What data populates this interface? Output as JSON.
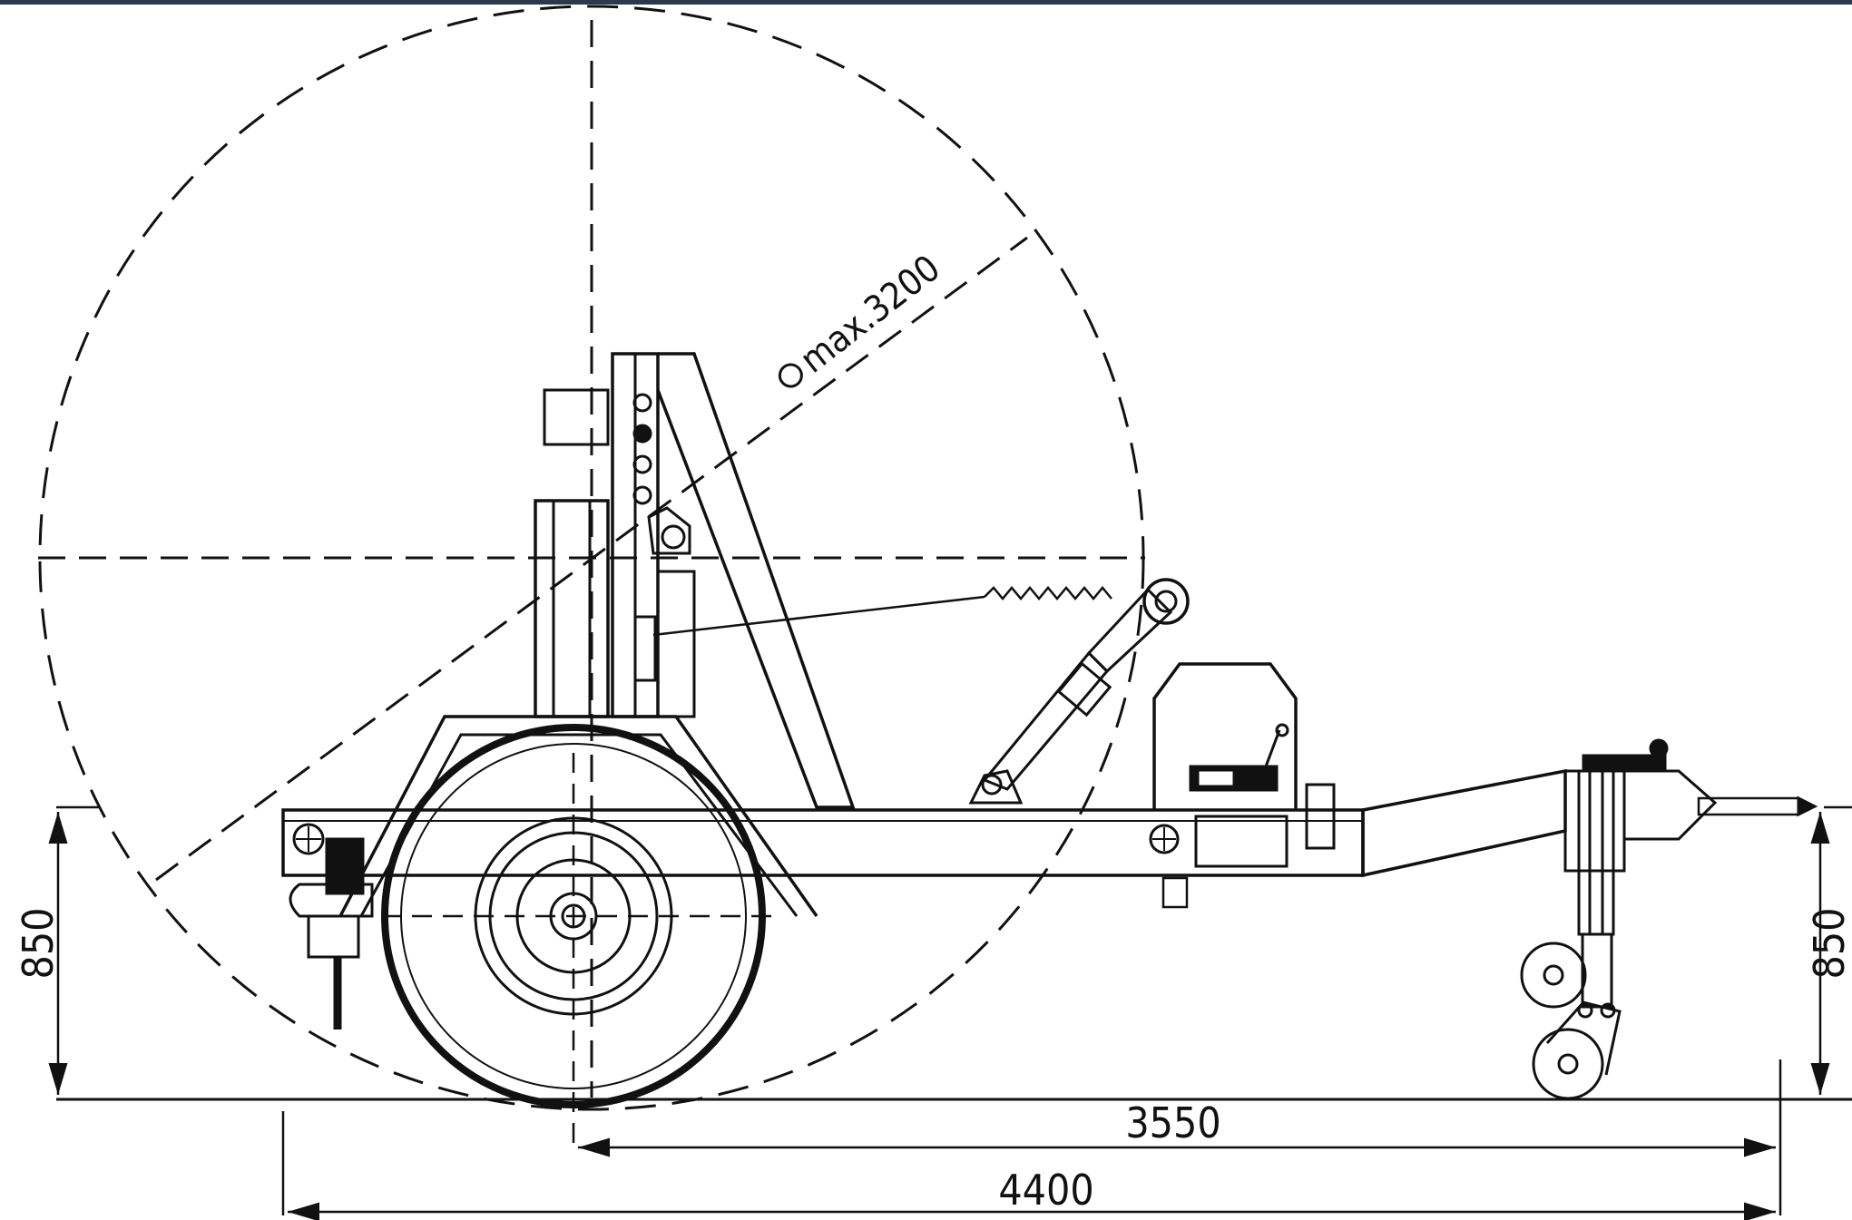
{
  "drawing": {
    "reel_diameter_note": "max.3200",
    "reel_diameter_symbol": "Ø",
    "height_left": "850",
    "height_right": "850",
    "length_axle_to_hitch": "3550",
    "length_overall": "4400"
  }
}
